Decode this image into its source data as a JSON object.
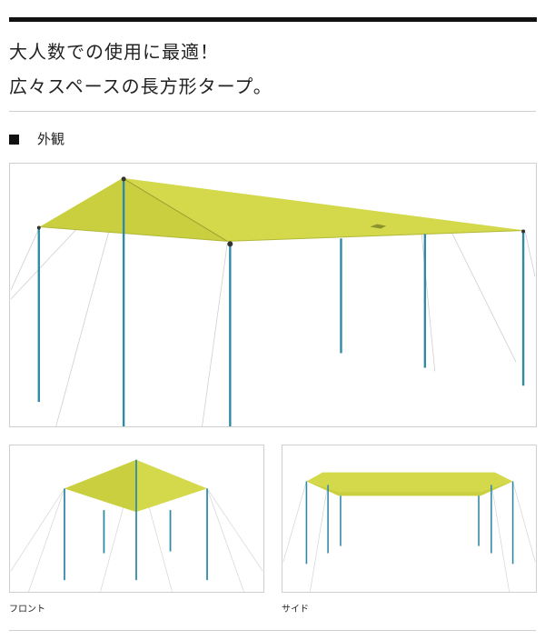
{
  "headline": {
    "line1": "大人数での使用に最適！",
    "line2": "広々スペースの長方形タープ。"
  },
  "section": {
    "title": "外観"
  },
  "captions": {
    "front": "フロント",
    "side": "サイド"
  },
  "colors": {
    "tarp": "#d3d94a",
    "tarp_shade": "#b9bf36",
    "pole": "#2f8aa8",
    "rope": "#c8c8c8"
  }
}
